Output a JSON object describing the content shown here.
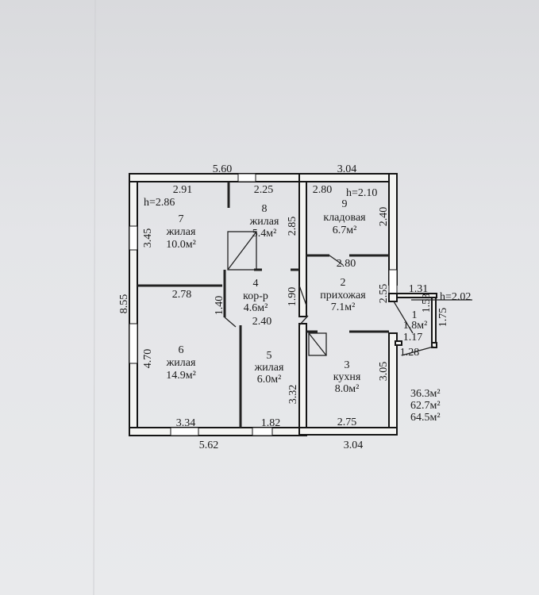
{
  "rooms": [
    {
      "number": "1",
      "name": "",
      "area": "1.8м²"
    },
    {
      "number": "2",
      "name": "прихожая",
      "area": "7.1м²"
    },
    {
      "number": "3",
      "name": "кухня",
      "area": "8.0м²"
    },
    {
      "number": "4",
      "name": "кор-р",
      "area": "4.6м²"
    },
    {
      "number": "5",
      "name": "жилая",
      "area": "6.0м²"
    },
    {
      "number": "6",
      "name": "жилая",
      "area": "14.9м²"
    },
    {
      "number": "7",
      "name": "жилая",
      "area": "10.0м²"
    },
    {
      "number": "8",
      "name": "жилая",
      "area": "5.4м²"
    },
    {
      "number": "9",
      "name": "кладовая",
      "area": "6.7м²"
    }
  ],
  "heights": {
    "main": "h=2.86",
    "storage": "h=2.10",
    "porch": "h=2.02"
  },
  "dimensions": {
    "top_left": "5.60",
    "top_right": "3.04",
    "bottom_left": "5.62",
    "bottom_right": "3.04",
    "left": "8.55",
    "r7_top": "2.91",
    "r7_side": "3.45",
    "r8_top": "2.25",
    "r8_side": "2.85",
    "r9_top": "2.80",
    "r9_side": "2.40",
    "r2_top": "2.80",
    "r2_side": "2.55",
    "r6_top": "2.78",
    "r6_side": "4.70",
    "r6_bottom": "3.34",
    "r4_side": "1.40",
    "r4_bottom": "2.40",
    "r4_right": "1.90",
    "r5_side": "3.32",
    "r5_bottom": "1.82",
    "r3_side": "3.05",
    "r3_bottom": "2.75",
    "porch_top": "1.31",
    "porch_in": "1.53",
    "porch_out": "1.75",
    "porch_a": "1.17",
    "porch_b": "1.28"
  },
  "totals": [
    "36.3м²",
    "62.7м²",
    "64.5м²"
  ]
}
